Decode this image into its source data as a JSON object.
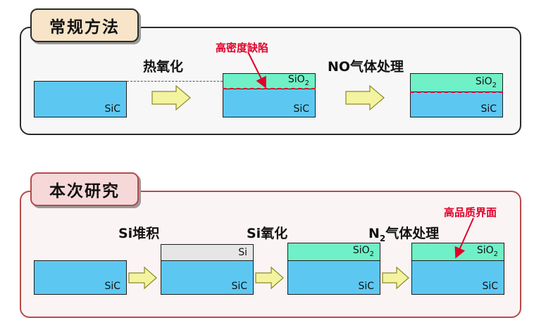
{
  "top": {
    "title": "常规方法",
    "steps": [
      "热氧化",
      "NO气体处理"
    ],
    "annotation": "高密度缺陷",
    "labels": {
      "sic": "SiC",
      "sio2_base": "SiO",
      "sio2_sub": "2"
    }
  },
  "bottom": {
    "title": "本次研究",
    "steps": [
      "Si堆积",
      "Si氧化",
      "N",
      "2",
      "气体处理"
    ],
    "annotation": "高品质界面",
    "labels": {
      "sic": "SiC",
      "si": "Si",
      "sio2_base": "SiO",
      "sio2_sub": "2"
    }
  },
  "colors": {
    "sic": "#5cc8f2",
    "sio2": "#6ff0c7",
    "si": "#e6e6e6",
    "arrow": "#f3f3a0",
    "annotation": "#e0002a",
    "bottom_border": "#b94a4a"
  }
}
